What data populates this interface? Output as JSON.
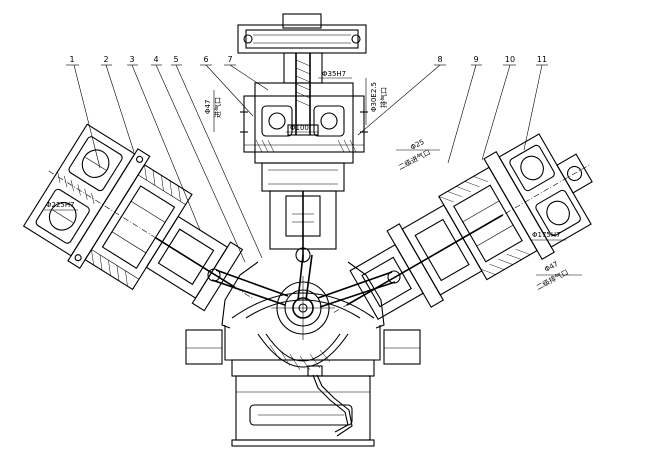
{
  "part_labels": [
    "1",
    "2",
    "3",
    "4",
    "5",
    "6",
    "7",
    "8",
    "9",
    "10",
    "11"
  ],
  "dimensions": {
    "top_bore": "Φ35H7",
    "left_bore": "Φ225H7",
    "right_bore": "Φ175H7",
    "center_dim": "Φ100",
    "vertical_dim": "Φ30E2.5",
    "vertical_note": "排气口",
    "left_vertical_dim": "Φ47",
    "left_vertical_note": "进气口",
    "upper_right_dim": "Φ25",
    "upper_right_note": "二级进气口",
    "lower_right_dim": "Φ47",
    "lower_right_note": "二级排气口"
  }
}
